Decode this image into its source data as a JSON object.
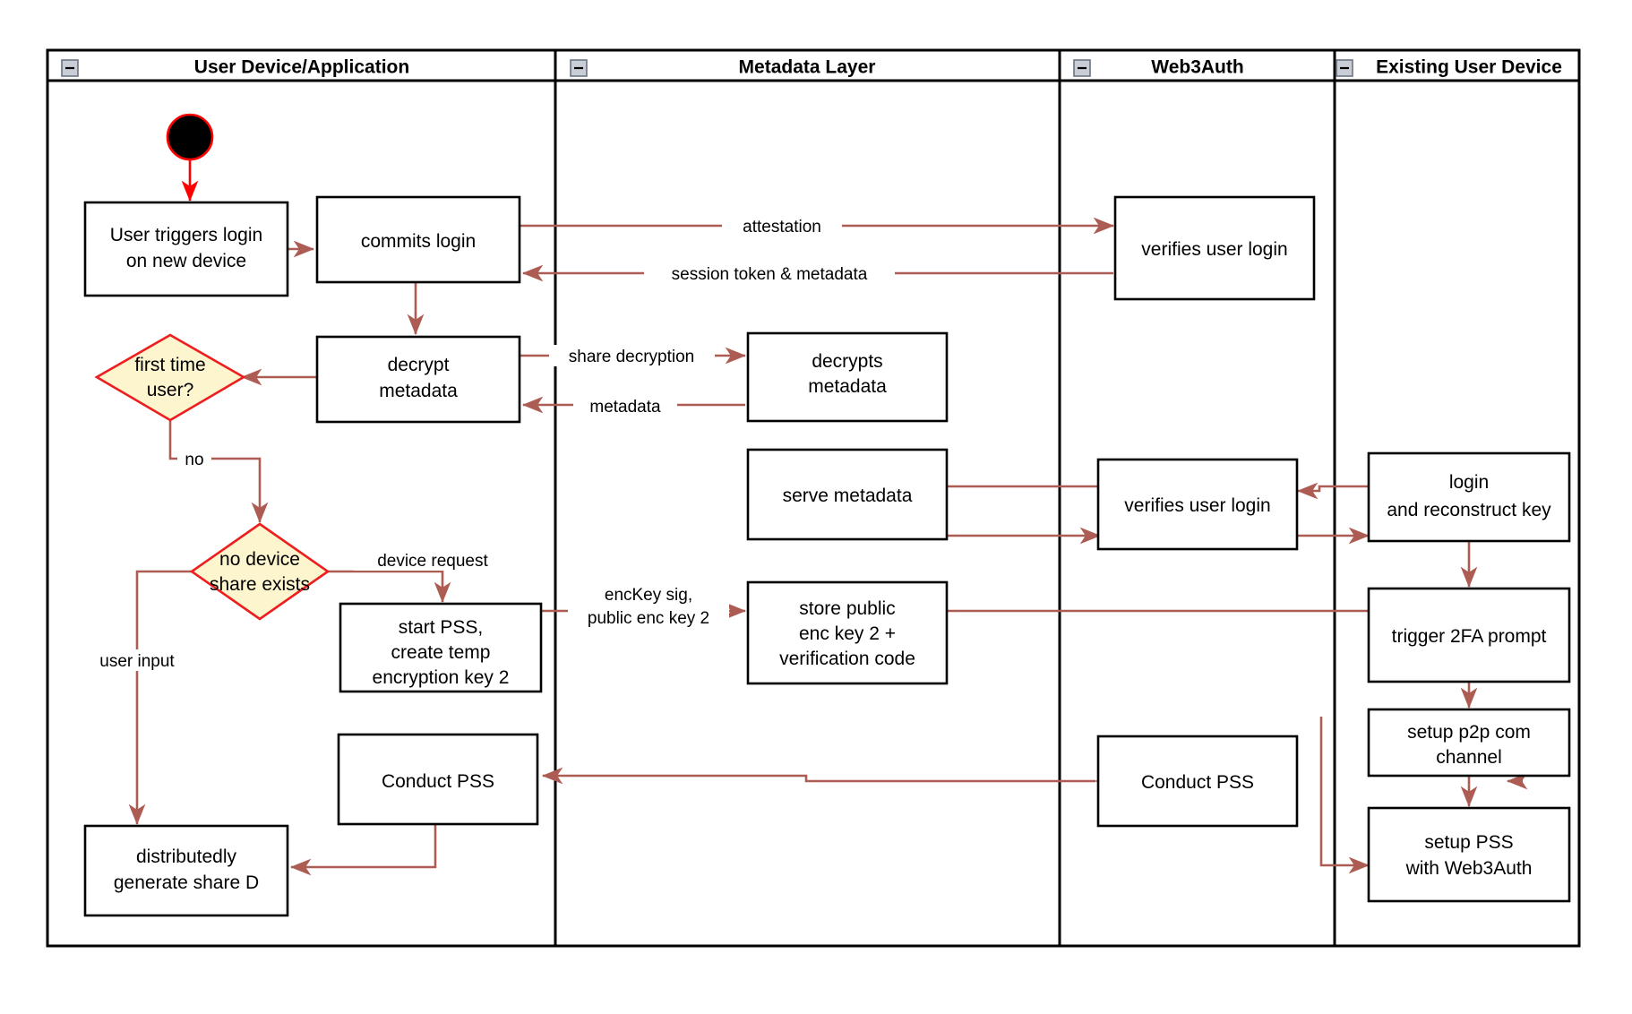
{
  "diagram": {
    "title": "Web3Auth new-device login and PSS swimlane flowchart",
    "type": "swimlane-activity-diagram",
    "colors": {
      "edge": "#ad5c54",
      "start_edge": "#ff0000",
      "decision_fill": "#fdf5cd",
      "decision_stroke": "#ee1e1e",
      "node_stroke": "#000000",
      "node_fill": "#ffffff",
      "frame_stroke": "#000000",
      "collapse_fill": "#c9ced6",
      "background": "#ffffff"
    },
    "lanes": [
      {
        "id": "lane-user-device",
        "label": "User Device/Application",
        "collapse_icon": "minus-icon"
      },
      {
        "id": "lane-metadata",
        "label": "Metadata Layer",
        "collapse_icon": "minus-icon"
      },
      {
        "id": "lane-web3auth",
        "label": "Web3Auth",
        "collapse_icon": "minus-icon"
      },
      {
        "id": "lane-existing-device",
        "label": "Existing User Device",
        "collapse_icon": "minus-icon"
      }
    ],
    "nodes": [
      {
        "id": "start",
        "lane": "lane-user-device",
        "shape": "start-circle",
        "label": ""
      },
      {
        "id": "n-user-triggers",
        "lane": "lane-user-device",
        "shape": "rect",
        "lines": [
          "User triggers login",
          "on new device"
        ]
      },
      {
        "id": "n-commits-login",
        "lane": "lane-user-device",
        "shape": "rect",
        "lines": [
          "commits login"
        ]
      },
      {
        "id": "n-decrypt-metadata",
        "lane": "lane-user-device",
        "shape": "rect",
        "lines": [
          "decrypt",
          "metadata"
        ]
      },
      {
        "id": "n-first-time-user",
        "lane": "lane-user-device",
        "shape": "diamond",
        "lines": [
          "first time",
          "user?"
        ]
      },
      {
        "id": "n-no-device-share",
        "lane": "lane-user-device",
        "shape": "diamond",
        "lines": [
          "no device",
          "share exists"
        ]
      },
      {
        "id": "n-start-pss",
        "lane": "lane-user-device",
        "shape": "rect",
        "lines": [
          "start PSS,",
          "create temp",
          "encryption key 2"
        ]
      },
      {
        "id": "n-conduct-pss-left",
        "lane": "lane-user-device",
        "shape": "rect",
        "lines": [
          "Conduct PSS"
        ]
      },
      {
        "id": "n-distributedly-generate",
        "lane": "lane-user-device",
        "shape": "rect",
        "lines": [
          "distributedly",
          "generate share D"
        ]
      },
      {
        "id": "n-decrypts-metadata",
        "lane": "lane-metadata",
        "shape": "rect",
        "lines": [
          "decrypts",
          "metadata"
        ]
      },
      {
        "id": "n-serve-metadata",
        "lane": "lane-metadata",
        "shape": "rect",
        "lines": [
          "serve metadata"
        ]
      },
      {
        "id": "n-store-public-enc",
        "lane": "lane-metadata",
        "shape": "rect",
        "lines": [
          "store public",
          "enc key 2 +",
          "verification code"
        ]
      },
      {
        "id": "n-verifies-login-top",
        "lane": "lane-web3auth",
        "shape": "rect",
        "lines": [
          "verifies user login"
        ]
      },
      {
        "id": "n-verifies-login-mid",
        "lane": "lane-web3auth",
        "shape": "rect",
        "lines": [
          "verifies user login"
        ]
      },
      {
        "id": "n-conduct-pss-right",
        "lane": "lane-web3auth",
        "shape": "rect",
        "lines": [
          "Conduct PSS"
        ]
      },
      {
        "id": "n-login-reconstruct",
        "lane": "lane-existing-device",
        "shape": "rect",
        "lines": [
          "login",
          "and reconstruct key"
        ]
      },
      {
        "id": "n-trigger-2fa",
        "lane": "lane-existing-device",
        "shape": "rect",
        "lines": [
          "trigger 2FA prompt"
        ]
      },
      {
        "id": "n-setup-p2p",
        "lane": "lane-existing-device",
        "shape": "rect",
        "lines": [
          "setup p2p com",
          "channel"
        ]
      },
      {
        "id": "n-setup-pss-web3auth",
        "lane": "lane-existing-device",
        "shape": "rect",
        "lines": [
          "setup PSS",
          "with Web3Auth"
        ]
      }
    ],
    "edge_labels": [
      {
        "id": "lbl-attestation",
        "text": "attestation"
      },
      {
        "id": "lbl-session-token",
        "text": "session token & metadata"
      },
      {
        "id": "lbl-share-decryption",
        "text": "share decryption"
      },
      {
        "id": "lbl-metadata",
        "text": "metadata"
      },
      {
        "id": "lbl-no",
        "text": "no"
      },
      {
        "id": "lbl-device-request",
        "text": "device request"
      },
      {
        "id": "lbl-user-input",
        "text": "user input"
      },
      {
        "id": "lbl-enckey-sig-1",
        "text": "encKey sig,"
      },
      {
        "id": "lbl-enckey-sig-2",
        "text": "public enc key 2"
      }
    ]
  }
}
